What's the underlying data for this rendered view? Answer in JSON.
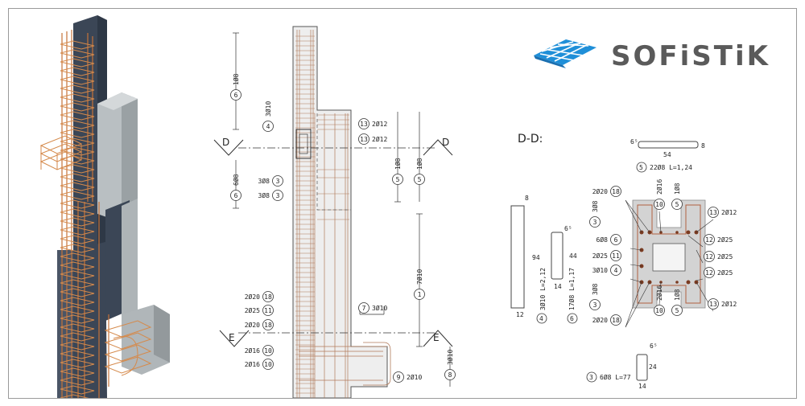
{
  "brand": {
    "name": "SOFiSTiK",
    "accent": "#1f8fd8"
  },
  "elevation": {
    "section_d_label": "D",
    "section_e_label": "E",
    "top_labels": [
      {
        "num": "6",
        "text": "1Ø8"
      },
      {
        "num": "4",
        "text": "3Ø10"
      },
      {
        "num": "3",
        "text": "3Ø8"
      },
      {
        "num": "3",
        "text": "3Ø8"
      },
      {
        "num": "6",
        "text": "6Ø8"
      }
    ],
    "right_labels": [
      {
        "num": "13",
        "text": "2Ø12"
      },
      {
        "num": "13",
        "text": "2Ø12"
      },
      {
        "num": "5",
        "text": "1Ø8"
      },
      {
        "num": "5",
        "text": "1Ø8"
      },
      {
        "num": "1",
        "text": "7Ø10"
      },
      {
        "num": "7",
        "text": "3Ø10"
      },
      {
        "num": "9",
        "text": "2Ø10"
      },
      {
        "num": "8",
        "text": "3Ø10"
      }
    ],
    "left_labels": [
      {
        "num": "18",
        "text": "2Ø20"
      },
      {
        "num": "11",
        "text": "2Ø25"
      },
      {
        "num": "18",
        "text": "2Ø20"
      },
      {
        "num": "10",
        "text": "2Ø16"
      },
      {
        "num": "10",
        "text": "2Ø16"
      }
    ]
  },
  "section": {
    "title": "D-D:",
    "bar5": {
      "dim_top": "6⁵",
      "dim_len": "54",
      "dim_end": "8",
      "caption_num": "5",
      "caption": "22Ø8  L=1,24"
    },
    "bar4": {
      "dims": [
        "8",
        "94",
        "12"
      ],
      "caption_num": "4",
      "caption": "3Ø10  L=2,12"
    },
    "bar6": {
      "dims": [
        "6⁵",
        "44",
        "14"
      ],
      "caption_num": "6",
      "caption": "17Ø8  L=1,17"
    },
    "bar3": {
      "dims": [
        "6⁵",
        "24",
        "14"
      ],
      "caption_num": "3",
      "caption": "6Ø8  L=77"
    },
    "left_labels": [
      {
        "num": "18",
        "text": "2Ø20"
      },
      {
        "num": "6",
        "text": "6Ø8"
      },
      {
        "num": "11",
        "text": "2Ø25"
      },
      {
        "num": "4",
        "text": "3Ø10"
      },
      {
        "num": "18",
        "text": "2Ø20"
      }
    ],
    "vertical_labels": [
      {
        "num": "3",
        "text": "3Ø8"
      },
      {
        "num": "3",
        "text": "3Ø8"
      },
      {
        "num": "10",
        "text": "2Ø16"
      },
      {
        "num": "5",
        "text": "1Ø8"
      },
      {
        "num": "10",
        "text": "2Ø16"
      },
      {
        "num": "5",
        "text": "1Ø8"
      }
    ],
    "right_labels": [
      {
        "num": "13",
        "text": "2Ø12"
      },
      {
        "num": "12",
        "text": "2Ø25"
      },
      {
        "num": "12",
        "text": "2Ø25"
      },
      {
        "num": "12",
        "text": "2Ø25"
      },
      {
        "num": "13",
        "text": "2Ø12"
      }
    ]
  }
}
